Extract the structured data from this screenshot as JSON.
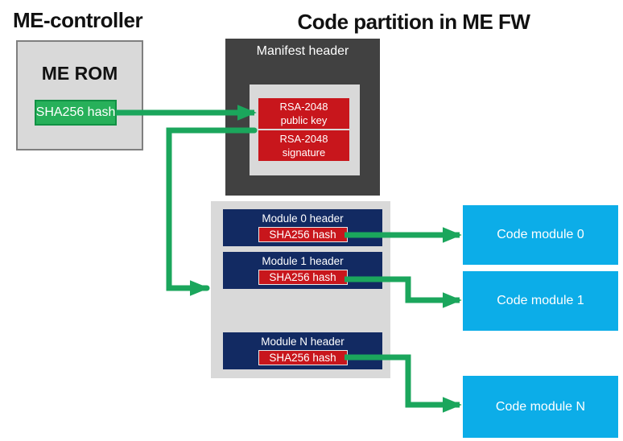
{
  "titles": {
    "left": "ME-controller",
    "right": "Code partition in ME FW"
  },
  "me_rom": {
    "label": "ME ROM",
    "hash_label": "SHA256 hash"
  },
  "manifest": {
    "label": "Manifest header",
    "public_key": {
      "line1": "RSA-2048",
      "line2": "public key"
    },
    "signature": {
      "line1": "RSA-2048",
      "line2": "signature"
    }
  },
  "module_headers": [
    {
      "label": "Module 0 header",
      "hash_label": "SHA256 hash"
    },
    {
      "label": "Module 1 header",
      "hash_label": "SHA256 hash"
    },
    {
      "label": "Module N header",
      "hash_label": "SHA256 hash"
    }
  ],
  "code_modules": [
    {
      "label": "Code module 0"
    },
    {
      "label": "Code module 1"
    },
    {
      "label": "Code module N"
    }
  ],
  "connections": [
    {
      "from": "ME ROM SHA256 hash",
      "to": "RSA-2048 public key"
    },
    {
      "from": "RSA-2048 public key",
      "to": "Module headers"
    },
    {
      "from": "Module 0 header SHA256 hash",
      "to": "Code module 0"
    },
    {
      "from": "Module 1 header SHA256 hash",
      "to": "Code module 1"
    },
    {
      "from": "Module N header SHA256 hash",
      "to": "Code module N"
    }
  ],
  "colors": {
    "arrow_green": "#1ba65c",
    "hash_box_green": "#27b05a",
    "red": "#c8161c",
    "navy": "#122a62",
    "cyan": "#0cade8",
    "dark_gray": "#414141",
    "light_gray": "#d9d9d9",
    "border_gray": "#7f7f7f"
  }
}
